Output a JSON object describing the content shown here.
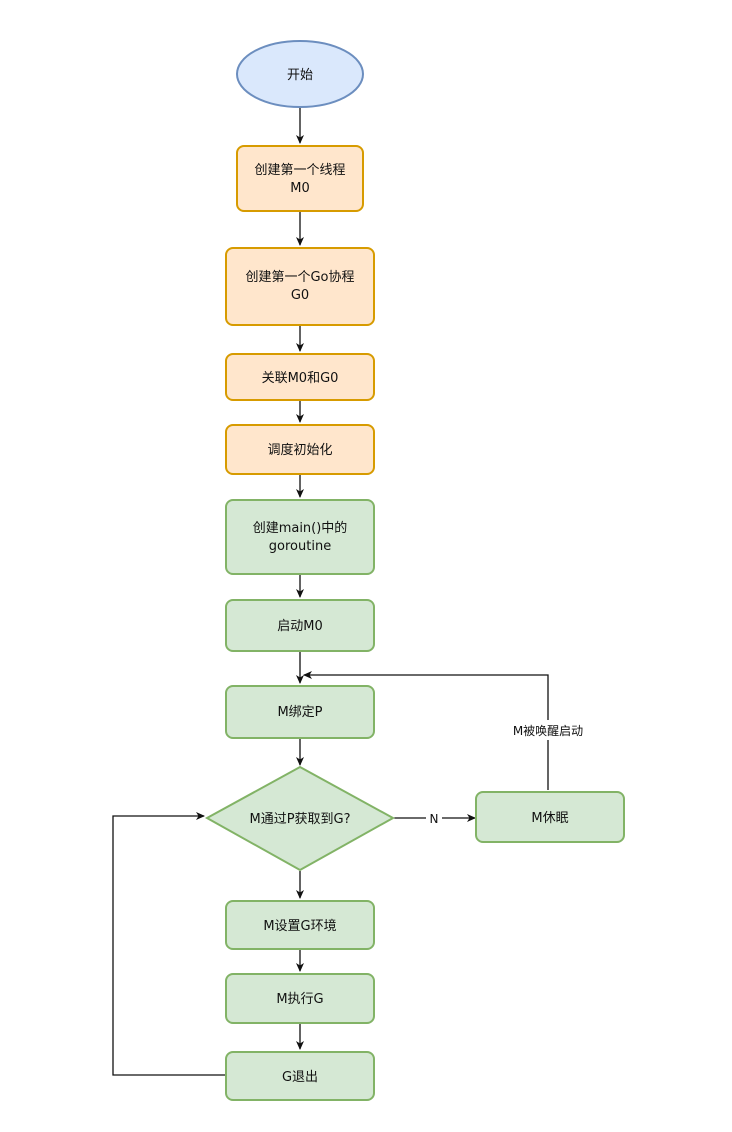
{
  "colors": {
    "start_fill": "#dae8fc",
    "start_stroke": "#6c8ebf",
    "orange_fill": "#ffe6cc",
    "orange_stroke": "#d79b00",
    "green_fill": "#d5e8d4",
    "green_stroke": "#82b366",
    "edge": "#111111"
  },
  "nodes": {
    "start": {
      "lines": [
        "开始"
      ]
    },
    "create_m0": {
      "lines": [
        "创建第一个线程",
        "M0"
      ]
    },
    "create_g0": {
      "lines": [
        "创建第一个Go协程",
        "G0"
      ]
    },
    "link_m0_g0": {
      "lines": [
        "关联M0和G0"
      ]
    },
    "sched_init": {
      "lines": [
        "调度初始化"
      ]
    },
    "create_main": {
      "lines": [
        "创建main()中的",
        "goroutine"
      ]
    },
    "start_m0": {
      "lines": [
        "启动M0"
      ]
    },
    "m_bind_p": {
      "lines": [
        "M绑定P"
      ]
    },
    "decision": {
      "lines": [
        "M通过P获取到G?"
      ]
    },
    "m_sleep": {
      "lines": [
        "M休眠"
      ]
    },
    "m_set_env": {
      "lines": [
        "M设置G环境"
      ]
    },
    "m_exec": {
      "lines": [
        "M执行G"
      ]
    },
    "g_exit": {
      "lines": [
        "G退出"
      ]
    }
  },
  "edge_labels": {
    "no": "N",
    "wakeup": "M被唤醒启动"
  }
}
